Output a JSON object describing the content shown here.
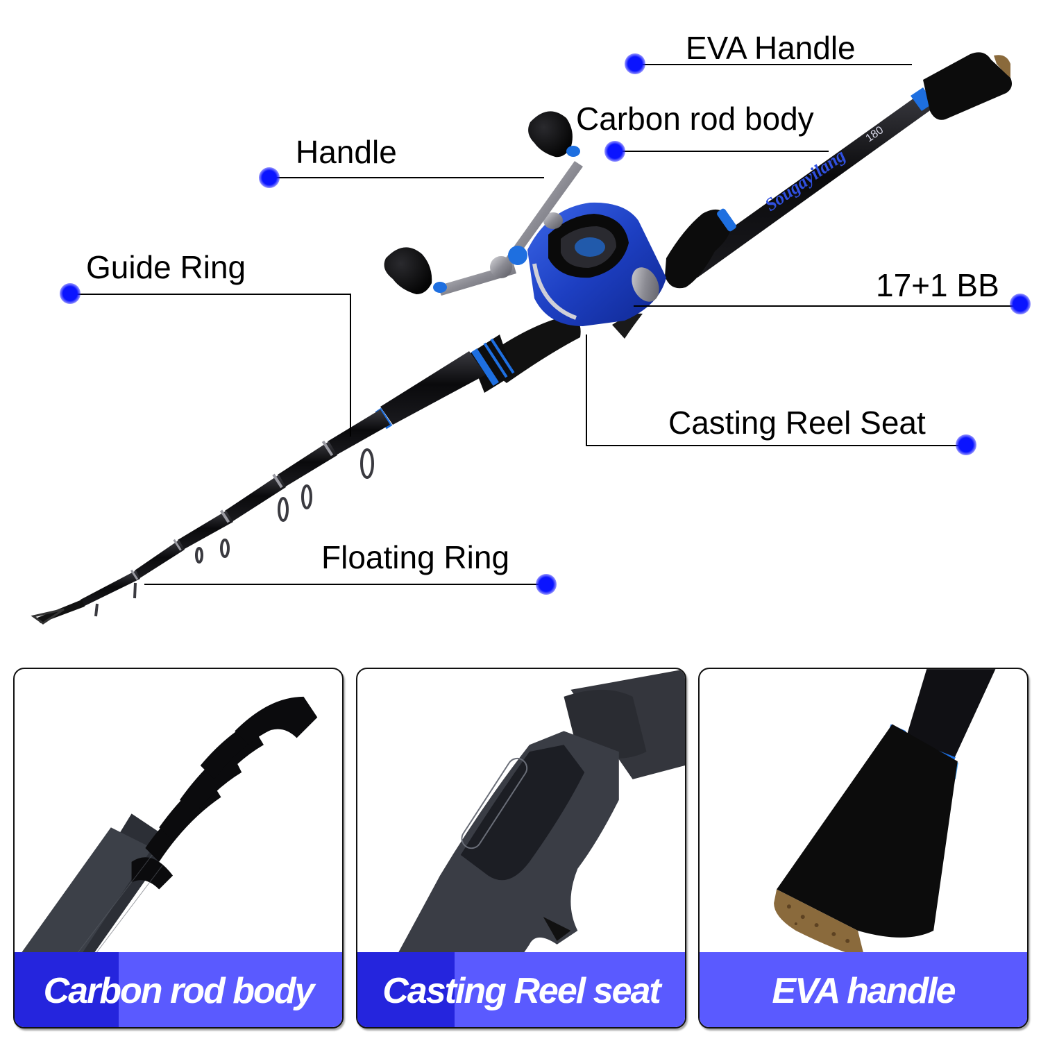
{
  "diagram": {
    "subject": "Telescopic casting fishing rod and baitcasting reel combo",
    "rod_markings": {
      "brand_logo": "Sougayilang",
      "length_code": "180"
    },
    "callouts": [
      {
        "id": "eva-handle",
        "label": "EVA Handle"
      },
      {
        "id": "carbon-rod-body",
        "label": "Carbon rod body"
      },
      {
        "id": "handle",
        "label": "Handle"
      },
      {
        "id": "guide-ring",
        "label": "Guide Ring"
      },
      {
        "id": "ball-bearings",
        "label": "17+1 BB"
      },
      {
        "id": "casting-reel-seat",
        "label": "Casting Reel Seat"
      },
      {
        "id": "floating-ring",
        "label": "Floating Ring"
      }
    ],
    "colors": {
      "callout_dot": "#0a14ff",
      "leader_line": "#000000",
      "reel_blue": "#1f45c8",
      "rod_black": "#0d0d0f",
      "accent_ring_blue": "#1e6fe0"
    }
  },
  "feature_cards": [
    {
      "id": "card-carbon",
      "label": "Carbon rod body"
    },
    {
      "id": "card-reel-seat",
      "label": "Casting Reel seat"
    },
    {
      "id": "card-eva",
      "label": "EVA handle"
    }
  ],
  "feature_card_colors": {
    "banner": "#5a5aff",
    "banner_text": "#ffffff",
    "border": "#111111"
  }
}
